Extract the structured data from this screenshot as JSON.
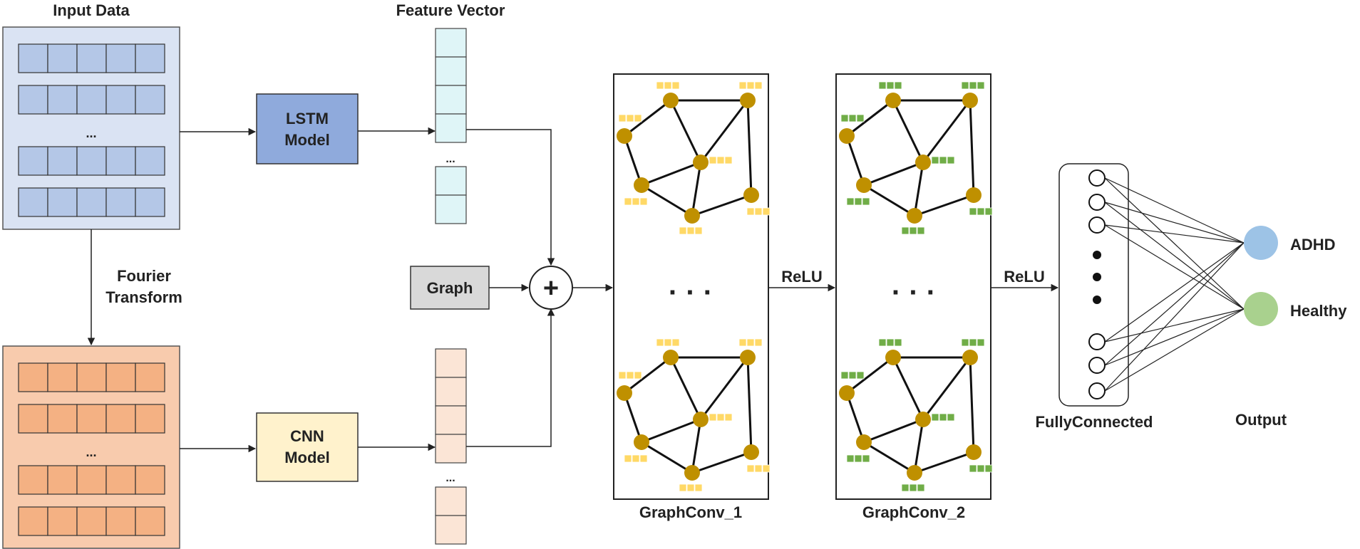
{
  "labels": {
    "input_data": "Input Data",
    "feature_vector": "Feature Vector",
    "fourier_line1": "Fourier",
    "fourier_line2": "Transform",
    "lstm_line1": "LSTM",
    "lstm_line2": "Model",
    "cnn_line1": "CNN",
    "cnn_line2": "Model",
    "graph": "Graph",
    "plus": "+",
    "relu_1": "ReLU",
    "relu_2": "ReLU",
    "gc1": "GraphConv_1",
    "gc2": "GraphConv_2",
    "fully_connected": "FullyConnected",
    "output": "Output",
    "adhd": "ADHD",
    "healthy": "Healthy",
    "ellipsis_small": "...",
    "ellipsis_big": "· · ·"
  },
  "colors": {
    "input_fill": "#dae3f3",
    "input_cell": "#b4c7e7",
    "fourier_fill": "#f8cbad",
    "fourier_cell": "#f4b183",
    "lstm_fill": "#8faadc",
    "cnn_fill": "#fff2cc",
    "graph_fill": "#d9d9d9",
    "fv_top": "#dff5f7",
    "fv_bottom": "#fbe5d6",
    "node": "#bf9000",
    "feat_yellow": "#ffd966",
    "feat_green": "#70ad47",
    "adhd": "#9dc3e6",
    "healthy": "#a9d18e"
  }
}
